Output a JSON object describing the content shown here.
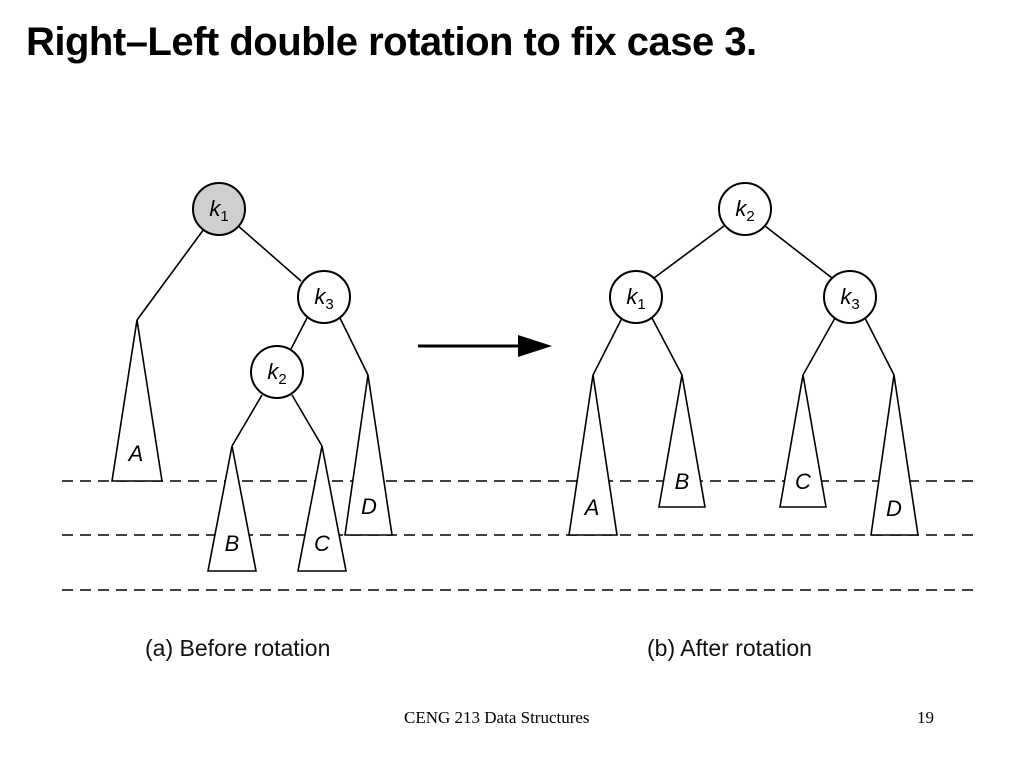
{
  "slide": {
    "title": "Right–Left double rotation to fix case 3.",
    "footer_course": "CENG 213 Data Structures",
    "page_number": "19"
  },
  "before": {
    "caption": "(a) Before rotation",
    "nodes": {
      "k1": {
        "letter": "k",
        "sub": "1",
        "highlighted": true
      },
      "k3": {
        "letter": "k",
        "sub": "3",
        "highlighted": false
      },
      "k2": {
        "letter": "k",
        "sub": "2",
        "highlighted": false
      }
    },
    "subtrees": {
      "A": "A",
      "B": "B",
      "C": "C",
      "D": "D"
    }
  },
  "after": {
    "caption": "(b) After rotation",
    "nodes": {
      "k2": {
        "letter": "k",
        "sub": "2",
        "highlighted": false
      },
      "k1": {
        "letter": "k",
        "sub": "1",
        "highlighted": false
      },
      "k3": {
        "letter": "k",
        "sub": "3",
        "highlighted": false
      }
    },
    "subtrees": {
      "A": "A",
      "B": "B",
      "C": "C",
      "D": "D"
    }
  },
  "colors": {
    "highlight_fill": "#cfcfcf",
    "node_fill": "#ffffff",
    "stroke": "#000000"
  }
}
